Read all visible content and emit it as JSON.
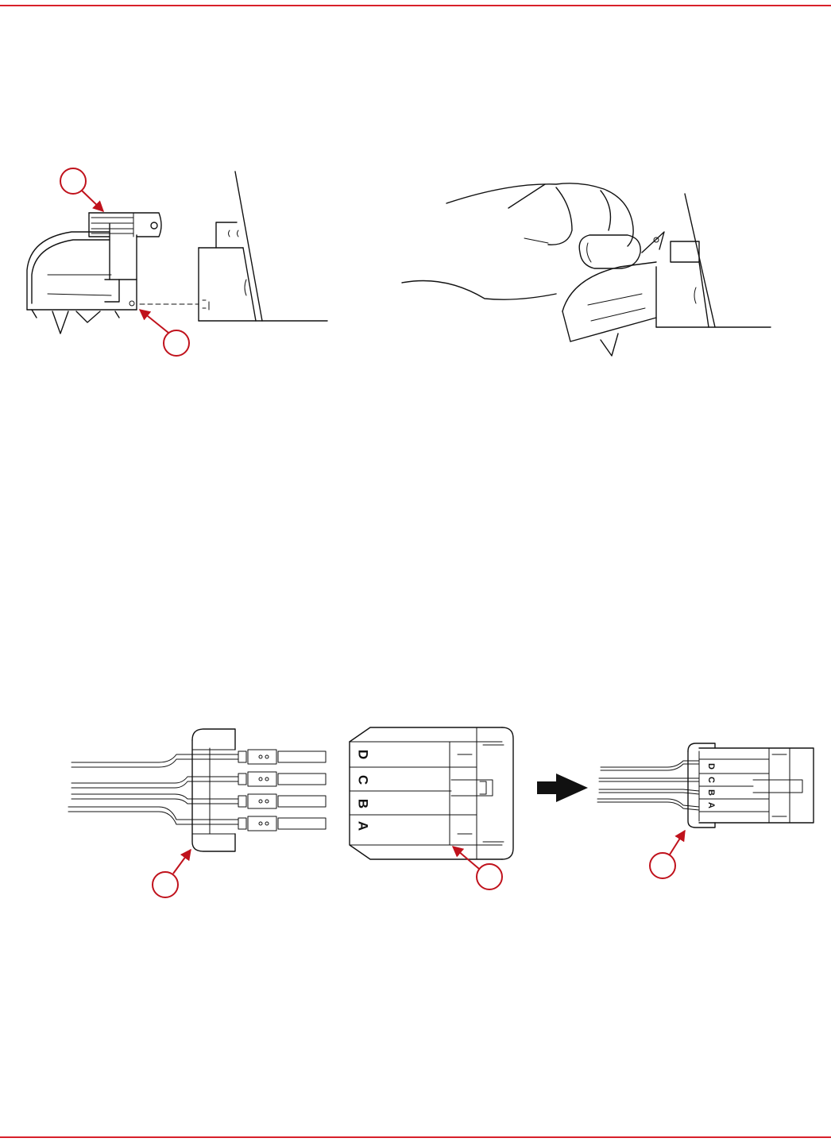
{
  "colors": {
    "accent": "#d8202a",
    "callout": "#c0121c",
    "line": "#111111"
  },
  "connector_pins": {
    "large": [
      "D",
      "C",
      "B",
      "A"
    ],
    "small": [
      "D",
      "C",
      "B",
      "A"
    ]
  },
  "icons": {
    "assembly_arrow": "right-arrow-icon"
  }
}
